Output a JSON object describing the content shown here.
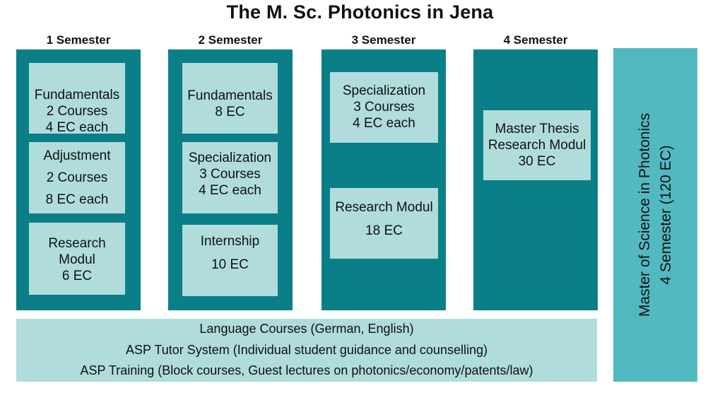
{
  "title": "The M. Sc. Photonics in Jena",
  "semesters": [
    {
      "label": "1 Semester",
      "boxes": [
        {
          "lines": [
            "Fundamentals",
            "2 Courses",
            "4 EC each"
          ]
        },
        {
          "lines": [
            "Adjustment",
            "2 Courses",
            "8 EC each"
          ]
        },
        {
          "lines": [
            "Research",
            "Modul",
            "6 EC"
          ]
        }
      ]
    },
    {
      "label": "2 Semester",
      "boxes": [
        {
          "lines": [
            "Fundamentals",
            "8 EC"
          ]
        },
        {
          "lines": [
            "Specialization",
            "3 Courses",
            "4 EC each"
          ]
        },
        {
          "lines": [
            "Internship",
            "10 EC"
          ]
        }
      ]
    },
    {
      "label": "3 Semester",
      "boxes": [
        {
          "lines": [
            "Specialization",
            "3 Courses",
            "4 EC each"
          ]
        },
        {
          "lines": [
            "Research Modul",
            "18 EC"
          ]
        }
      ]
    },
    {
      "label": "4 Semester",
      "boxes": [
        {
          "lines": [
            "Master Thesis",
            "Research Modul",
            "30 EC"
          ]
        }
      ]
    }
  ],
  "common_courses": [
    "Language Courses (German, English)",
    "ASP Tutor System (Individual student guidance and counselling)",
    "ASP Training (Block courses, Guest lectures on photonics/economy/patents/law)"
  ],
  "degree": {
    "line1": "Master of Science in Photonics",
    "line2": "4 Semester (120 EC)"
  },
  "colors": {
    "column": "#0a7f88",
    "box": "#b0dcdc",
    "degree_bar": "#53b9c1"
  }
}
